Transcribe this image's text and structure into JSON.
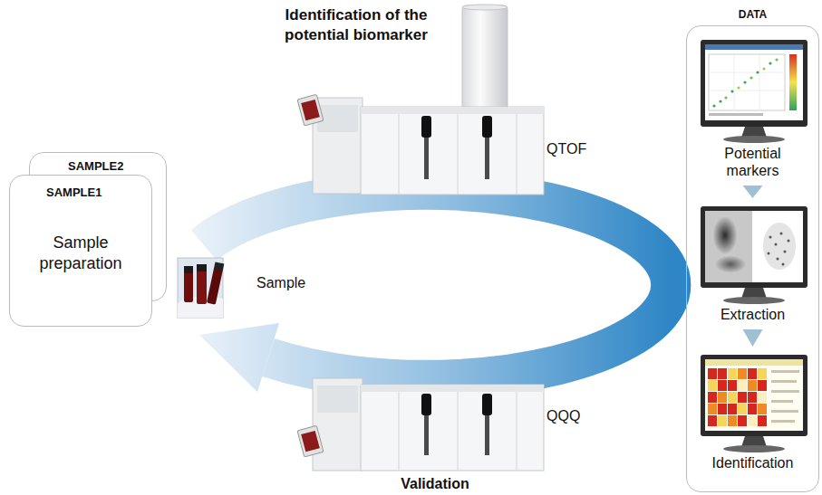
{
  "diagram": {
    "nodes": [
      {
        "text": [
          "SAMPLE2"
        ]
      },
      {
        "text": [
          "SAMPLE1",
          "Sample preparation"
        ]
      },
      {
        "text": [
          "DATA"
        ]
      },
      {
        "text": [
          "Potential markers"
        ],
        "in": 2
      },
      {
        "text": [
          "Extraction"
        ],
        "in": 2
      },
      {
        "text": [
          "Identification"
        ],
        "in": 2
      }
    ],
    "edges": [
      {
        "from": 3,
        "to": 4,
        "arrow": "to"
      },
      {
        "from": 4,
        "to": 5,
        "arrow": "to"
      }
    ],
    "labels": [
      "Identification of the potential biomarker",
      "QTOF",
      "Sample",
      "QQQ",
      "Validation"
    ]
  }
}
